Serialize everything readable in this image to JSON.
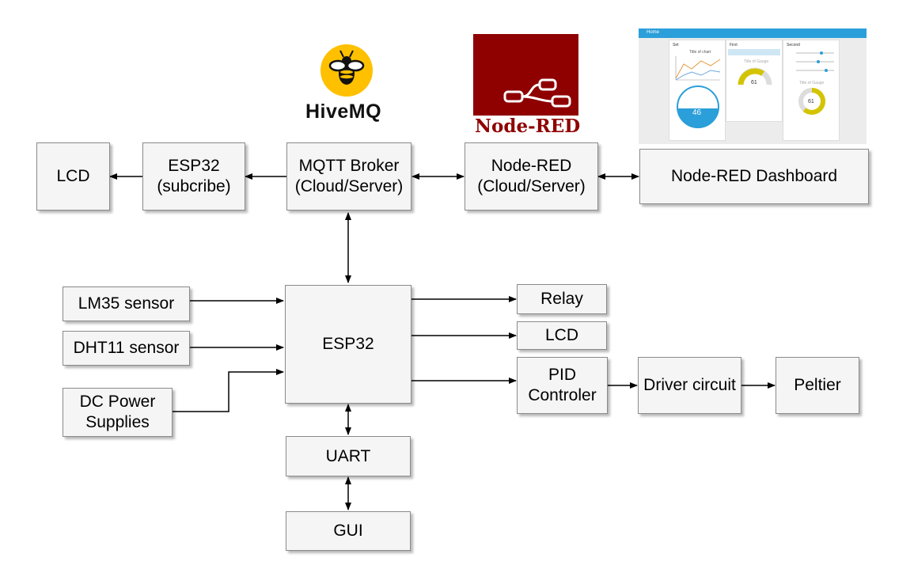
{
  "logos": {
    "hivemq": "HiveMQ",
    "nodered": "Node-RED"
  },
  "blocks": {
    "lcd_top": "LCD",
    "esp32_sub": "ESP32\n(subcribe)",
    "mqtt": "MQTT Broker\n(Cloud/Server)",
    "nodered": "Node-RED\n(Cloud/Server)",
    "dashboard": "Node-RED Dashboard",
    "lm35": "LM35 sensor",
    "dht11": "DHT11 sensor",
    "dc_power": "DC Power\nSupplies",
    "esp32_main": "ESP32",
    "relay": "Relay",
    "lcd_right": "LCD",
    "pid": "PID\nControler",
    "driver": "Driver circuit",
    "peltier": "Peltier",
    "uart": "UART",
    "gui": "GUI"
  },
  "dashboard_preview": {
    "menu": "Home",
    "cards": {
      "card1_title": "Set",
      "card2_title": "First",
      "card3_title": "Second"
    },
    "chart_title": "Title of chart",
    "gauge_title": "Title of Gauge",
    "gauge_value": "61",
    "tank_value": "46",
    "donut_title": "Title of Gauge",
    "donut_value": "61"
  },
  "colors": {
    "box_fill": "#f5f5f5",
    "box_border": "#8a8a8a",
    "hivemq_yellow": "#ffc000",
    "nodered_red": "#8f0000",
    "dash_blue": "#2b9fd9",
    "gauge_yellow": "#d4c400"
  }
}
